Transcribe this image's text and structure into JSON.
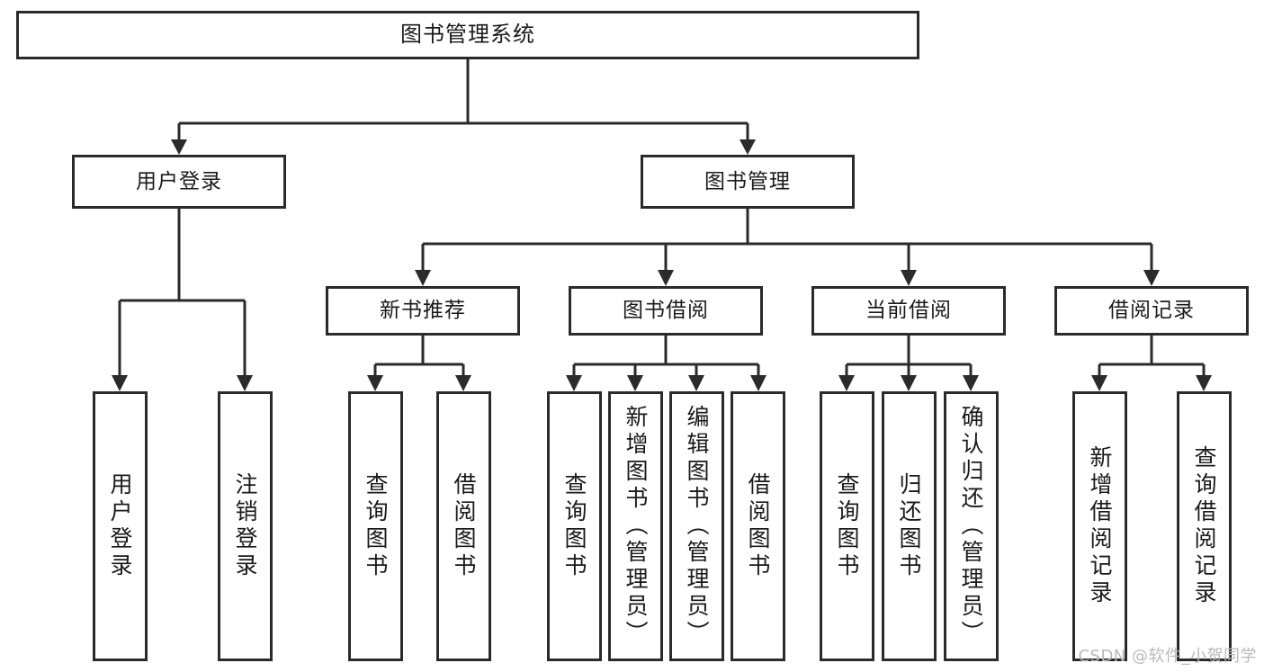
{
  "diagram": {
    "type": "tree-hierarchy",
    "title": "图书管理系统",
    "root": {
      "id": "root",
      "label": "图书管理系统"
    },
    "level2": [
      {
        "id": "user-login",
        "label": "用户登录"
      },
      {
        "id": "book-manage",
        "label": "图书管理"
      }
    ],
    "level3": [
      {
        "id": "new-book-rec",
        "label": "新书推荐",
        "parent": "book-manage"
      },
      {
        "id": "book-borrow",
        "label": "图书借阅",
        "parent": "book-manage"
      },
      {
        "id": "current-borrow",
        "label": "当前借阅",
        "parent": "book-manage"
      },
      {
        "id": "borrow-record",
        "label": "借阅记录",
        "parent": "book-manage"
      }
    ],
    "leaves": {
      "user_login": [
        {
          "id": "leaf-user-login",
          "label": "用户登录"
        },
        {
          "id": "leaf-logout",
          "label": "注销登录"
        }
      ],
      "new_book_rec": [
        {
          "id": "leaf-query-book-1",
          "label": "查询图书"
        },
        {
          "id": "leaf-borrow-book-1",
          "label": "借阅图书"
        }
      ],
      "book_borrow": [
        {
          "id": "leaf-query-book-2",
          "label": "查询图书"
        },
        {
          "id": "leaf-add-book",
          "label": "新增图书（管理员）"
        },
        {
          "id": "leaf-edit-book",
          "label": "编辑图书（管理员）"
        },
        {
          "id": "leaf-borrow-book-2",
          "label": "借阅图书"
        }
      ],
      "current_borrow": [
        {
          "id": "leaf-query-book-3",
          "label": "查询图书"
        },
        {
          "id": "leaf-return-book",
          "label": "归还图书"
        },
        {
          "id": "leaf-confirm-return",
          "label": "确认归还（管理员）"
        }
      ],
      "borrow_record": [
        {
          "id": "leaf-add-record",
          "label": "新增借阅记录"
        },
        {
          "id": "leaf-query-record",
          "label": "查询借阅记录"
        }
      ]
    }
  },
  "watermark": {
    "text": "CSDN @软件_小贺同学"
  },
  "colors": {
    "stroke": "#2b2b2b",
    "background": "#ffffff",
    "text": "#1a1a1a",
    "watermark": "#b9b9b9"
  }
}
